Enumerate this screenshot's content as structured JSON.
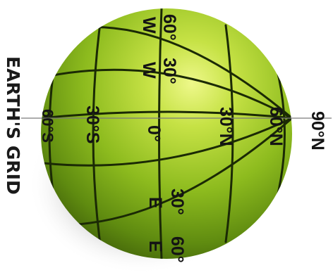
{
  "title": "EARTH'S GRID",
  "colors": {
    "globe_highlight": "#e7f57a",
    "globe_mid": "#8ebc1f",
    "globe_dark": "#3e5d08",
    "grid_lines": "#1b2a05",
    "text": "#141414"
  },
  "labels": {
    "lon_w_60_deg": "60°",
    "lon_w_60_dir": "W",
    "lon_w_30_deg": "30°",
    "lon_w_30_dir": "W",
    "lat_s_60": "60°S",
    "lat_s_30": "30°S",
    "equator": "0°",
    "lat_n_30": "30°N",
    "lat_n_60": "60°N",
    "lat_n_90": "90°N",
    "lon_e_30_deg": "30°",
    "lon_e_30_dir": "E",
    "lon_e_60_deg": "60°",
    "lon_e_60_dir": "E"
  }
}
